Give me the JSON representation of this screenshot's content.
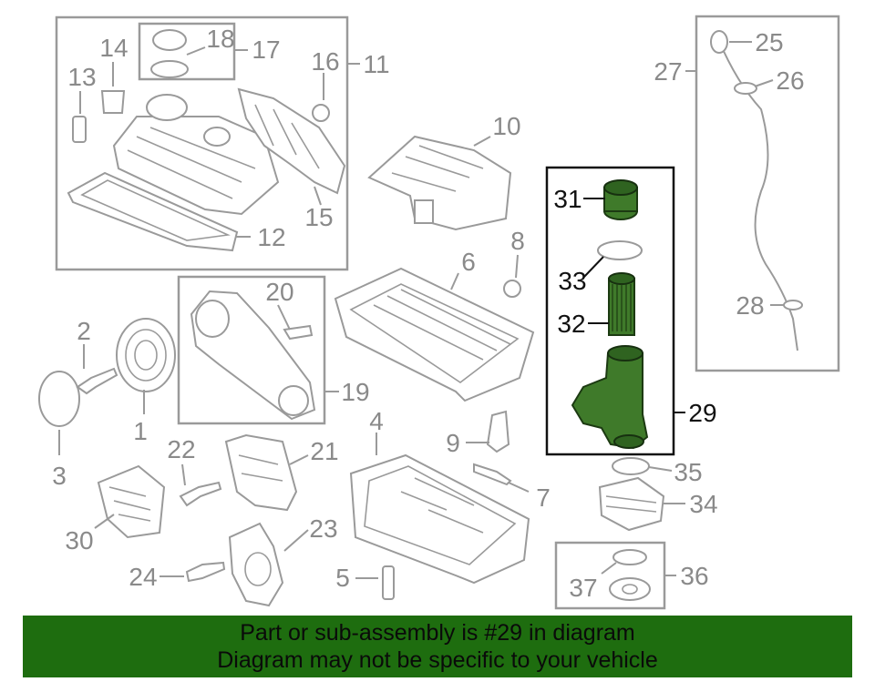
{
  "callouts": {
    "c1": "1",
    "c2": "2",
    "c3": "3",
    "c4": "4",
    "c5": "5",
    "c6": "6",
    "c7": "7",
    "c8": "8",
    "c9": "9",
    "c10": "10",
    "c11": "11",
    "c12": "12",
    "c13": "13",
    "c14": "14",
    "c15": "15",
    "c16": "16",
    "c17": "17",
    "c18": "18",
    "c19": "19",
    "c20": "20",
    "c21": "21",
    "c22": "22",
    "c23": "23",
    "c24": "24",
    "c25": "25",
    "c26": "26",
    "c27": "27",
    "c28": "28",
    "c29": "29",
    "c30": "30",
    "c31": "31",
    "c32": "32",
    "c33": "33",
    "c34": "34",
    "c35": "35",
    "c36": "36",
    "c37": "37"
  },
  "highlight": {
    "part_number": "29",
    "color": "#1e6d0f"
  },
  "banner": {
    "line1": "Part or sub-assembly is #29 in diagram",
    "line2": "Diagram may not be specific to your vehicle"
  }
}
